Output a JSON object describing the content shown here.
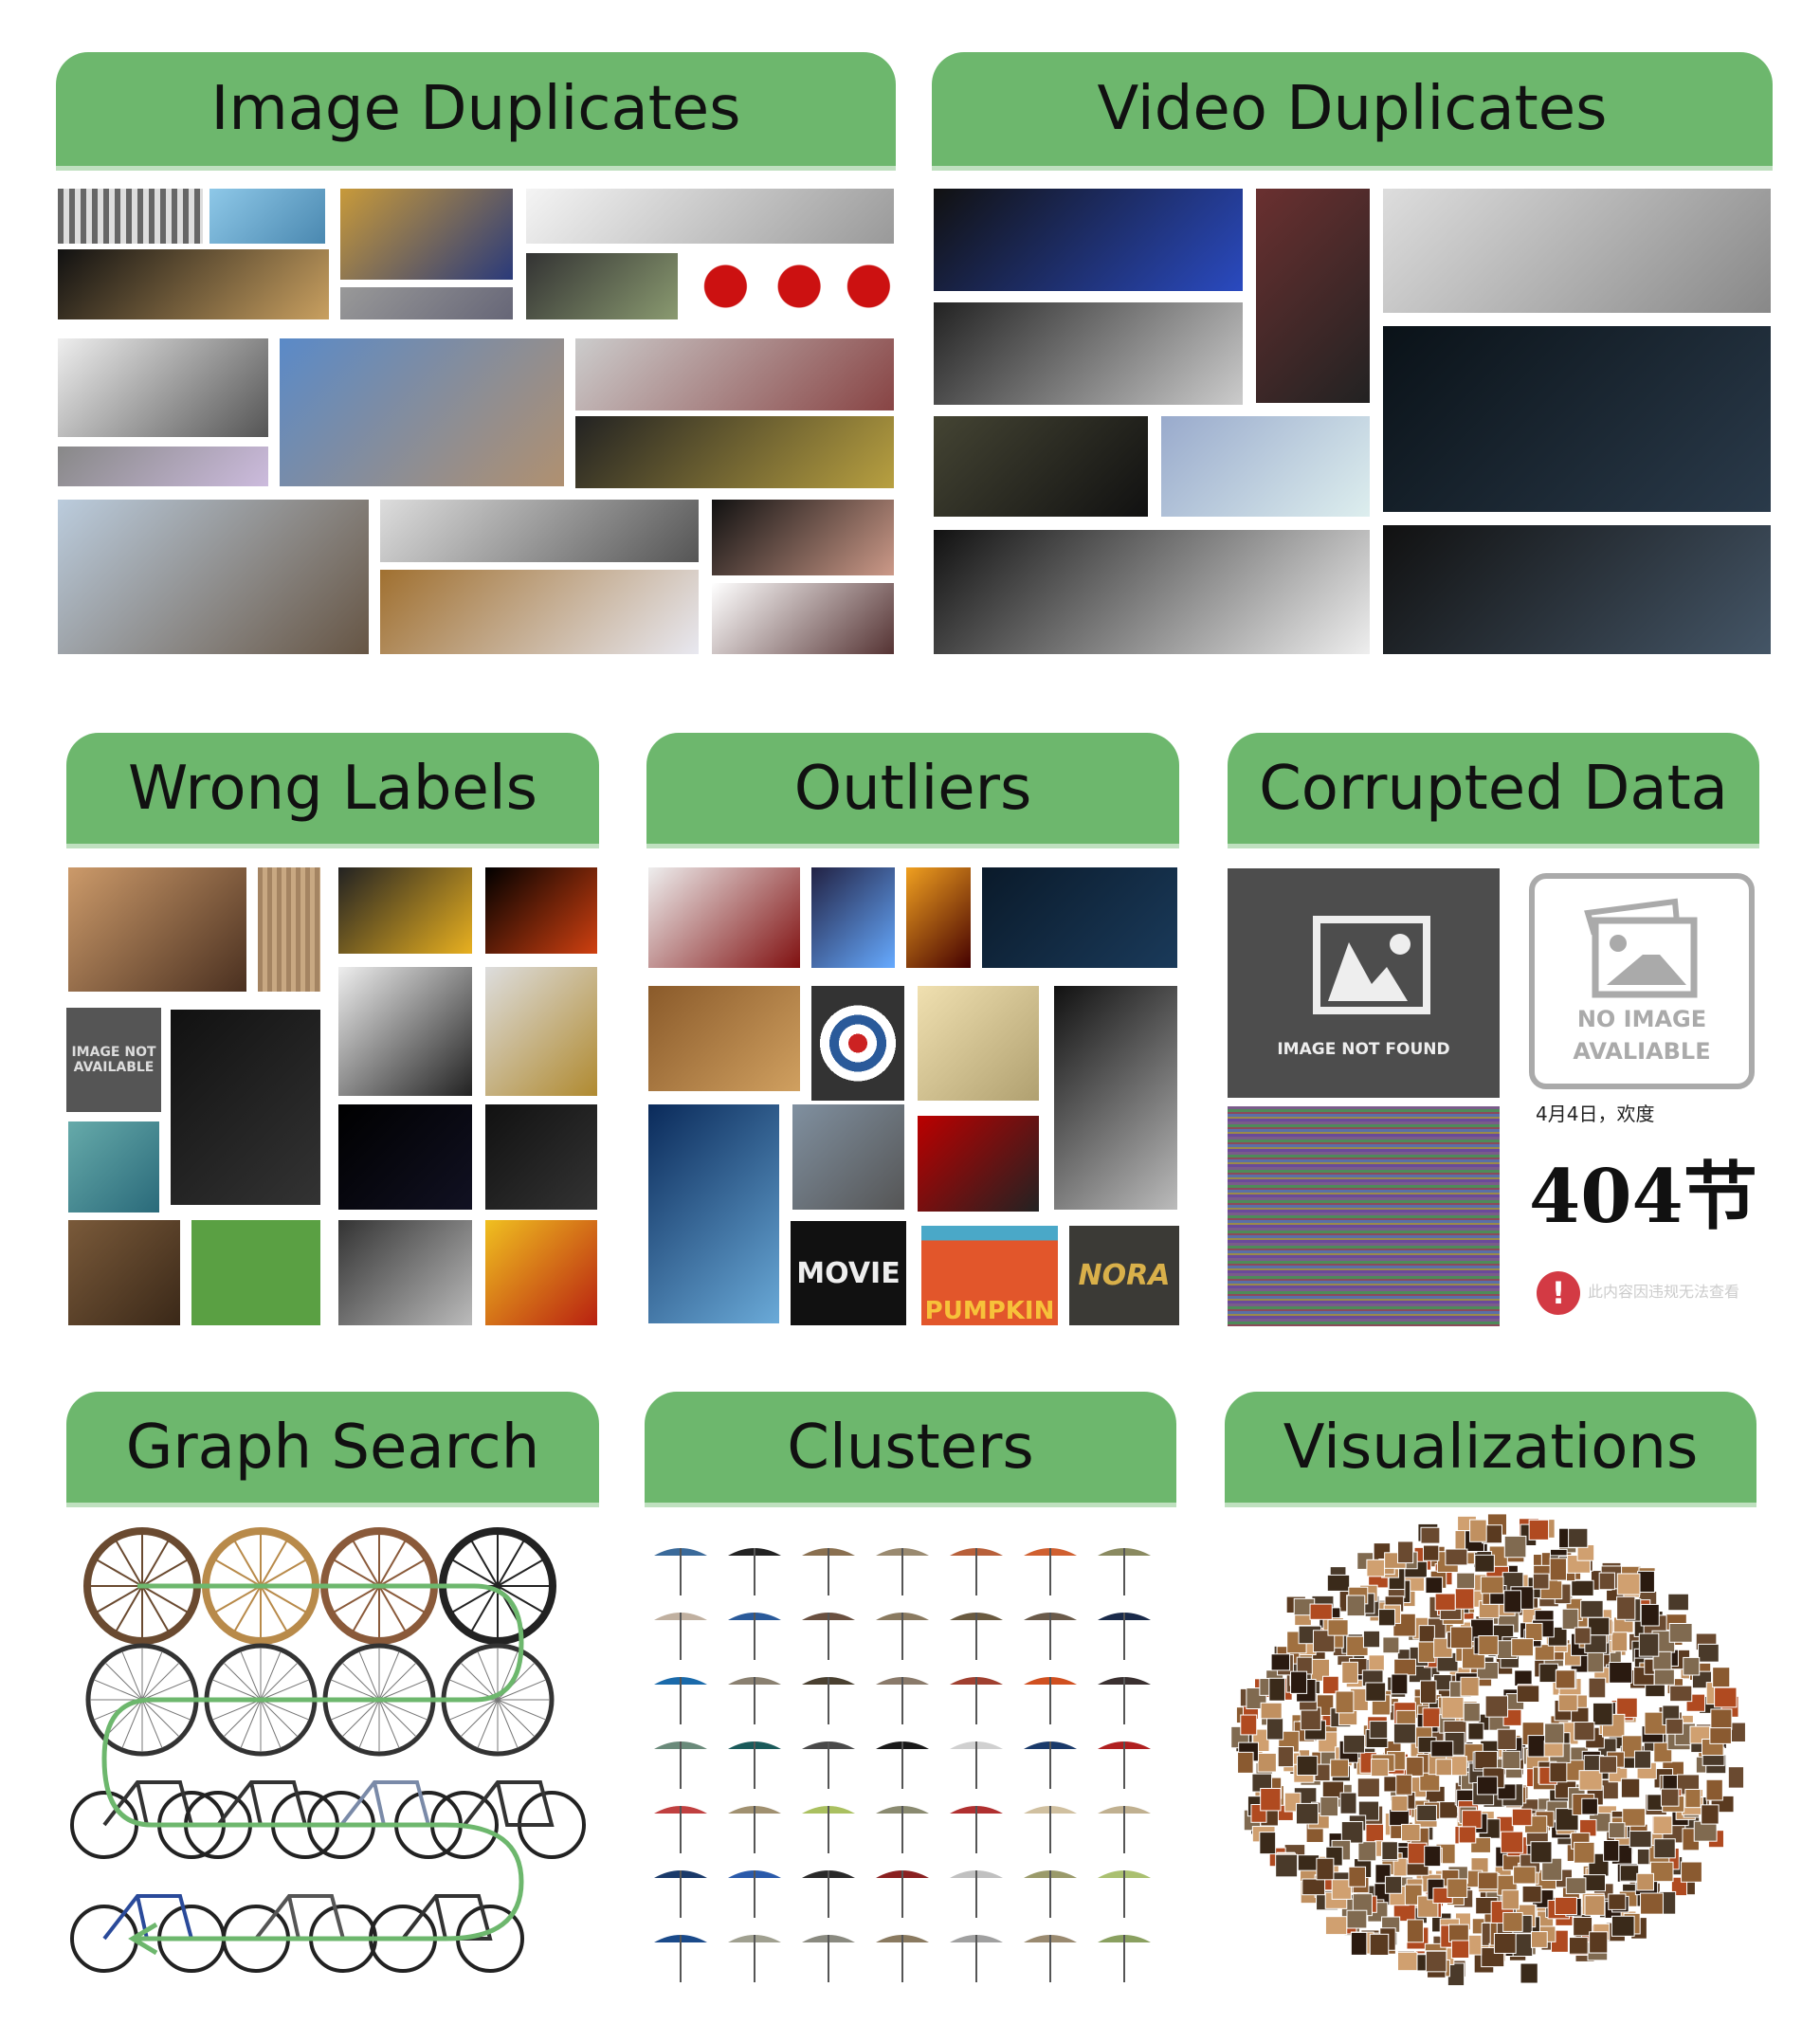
{
  "panels": {
    "image_duplicates": {
      "title": "Image Duplicates"
    },
    "video_duplicates": {
      "title": "Video Duplicates"
    },
    "wrong_labels": {
      "title": "Wrong Labels",
      "placeholder_text": "IMAGE NOT AVAILABLE"
    },
    "outliers": {
      "title": "Outliers",
      "movie_text": "MOVIE",
      "pumpkin_text": "PUMPKIN",
      "nora_text": "NORA"
    },
    "corrupted_data": {
      "title": "Corrupted Data",
      "not_found_text": "IMAGE NOT FOUND",
      "no_image_line1": "NO IMAGE",
      "no_image_line2": "AVALIABLE",
      "date_text": "4月4日，欢度",
      "big_text": "404节",
      "warning_text": "此内容因违规无法查看",
      "warning_color": "#d33a44"
    },
    "graph_search": {
      "title": "Graph Search",
      "path_color": "#6db76d"
    },
    "clusters": {
      "title": "Clusters"
    },
    "visualizations": {
      "title": "Visualizations"
    }
  },
  "colors": {
    "header": "#6db76d",
    "header_border": "#bfe0bf"
  }
}
